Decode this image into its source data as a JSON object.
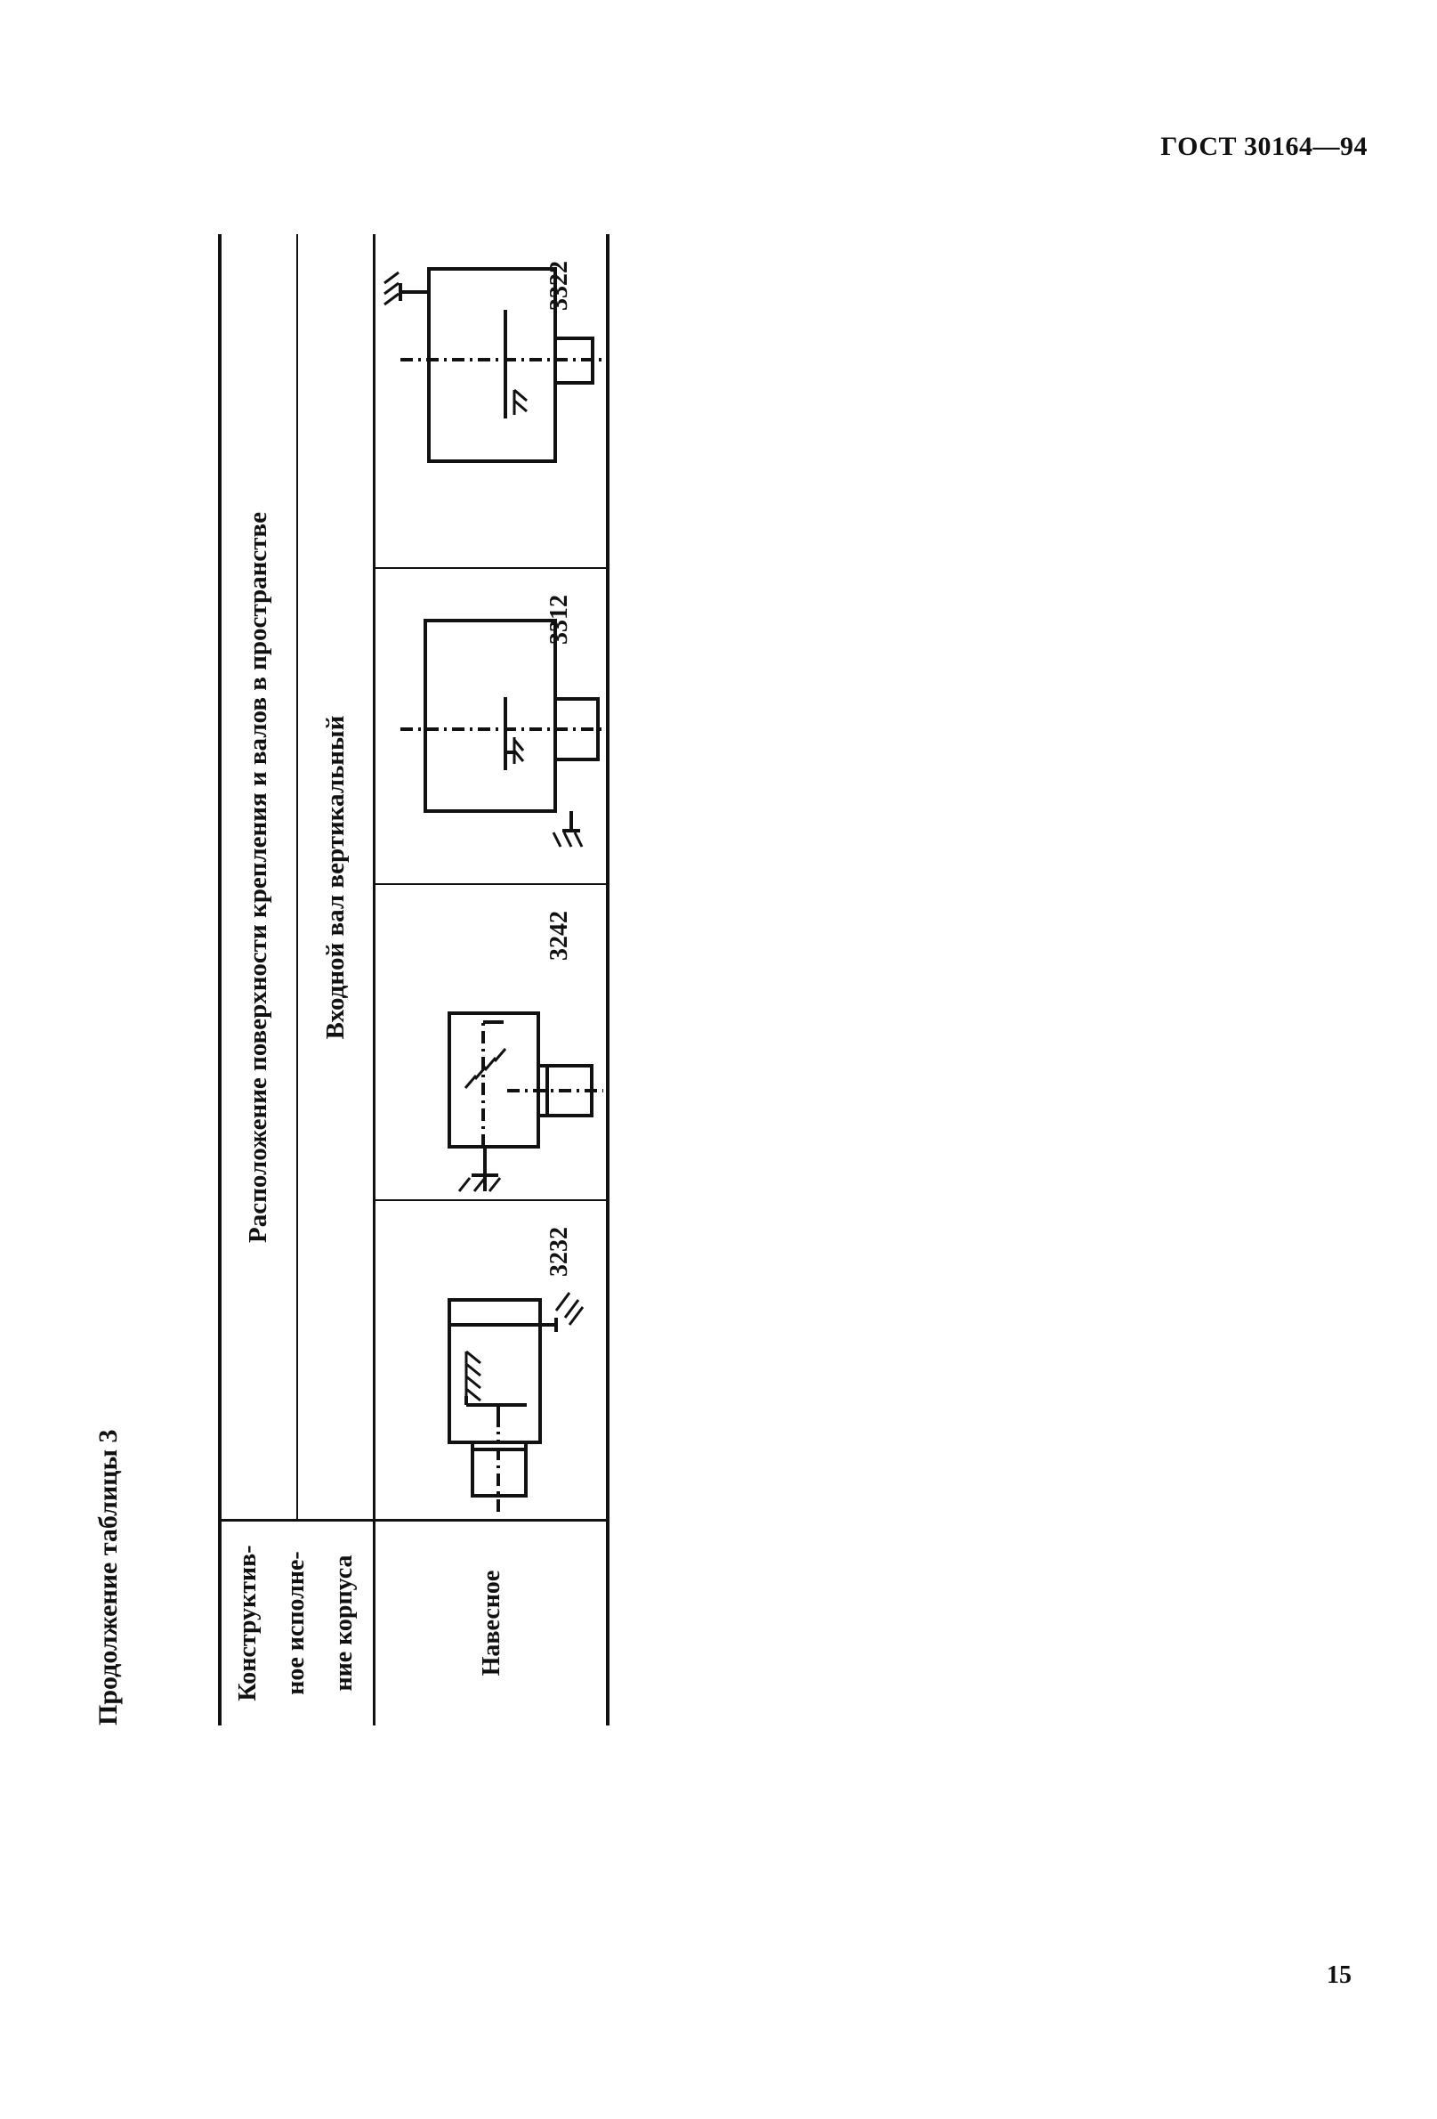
{
  "header": {
    "standard": "ГОСТ 30164—94"
  },
  "caption": "Продолжение таблицы 3",
  "table": {
    "col0_header_lines": [
      "Конструктив-",
      "ное исполне-",
      "ние корпуса"
    ],
    "group_header": "Расположение поверхности крепления и валов в пространстве",
    "sub_header": "Входной вал вертикальный",
    "row_label": "Навесное",
    "variants": [
      {
        "code": "3232",
        "icon": "gearbox-scheme-3232-icon"
      },
      {
        "code": "3242",
        "icon": "gearbox-scheme-3242-icon"
      },
      {
        "code": "3312",
        "icon": "gearbox-scheme-3312-icon"
      },
      {
        "code": "3322",
        "icon": "gearbox-scheme-3322-icon"
      }
    ]
  },
  "footer": {
    "page_number": "15"
  }
}
